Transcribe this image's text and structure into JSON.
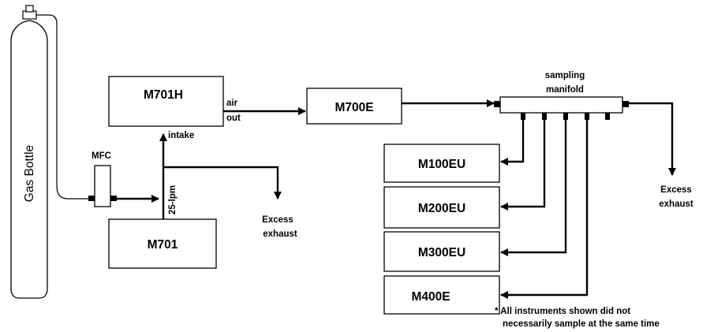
{
  "gas_bottle": {
    "label": "Gas Bottle"
  },
  "mfc": {
    "label": "MFC"
  },
  "instruments": {
    "m701h": "M701H",
    "m701": "M701",
    "m700e": "M700E",
    "m100eu": "M100EU",
    "m200eu": "M200EU",
    "m300eu": "M300EU",
    "m400e": "M400E"
  },
  "ports": {
    "air": "air",
    "out": "out",
    "intake": "intake",
    "flow_rate": "25-lpm"
  },
  "manifold": {
    "label_line1": "sampling",
    "label_line2": "manifold"
  },
  "exhaust": {
    "left": {
      "line1": "Excess",
      "line2": "exhaust"
    },
    "right": {
      "line1": "Excess",
      "line2": "exhaust"
    }
  },
  "note": {
    "line1": "* All instruments shown did not",
    "line2": "necessarily sample at the same time"
  }
}
